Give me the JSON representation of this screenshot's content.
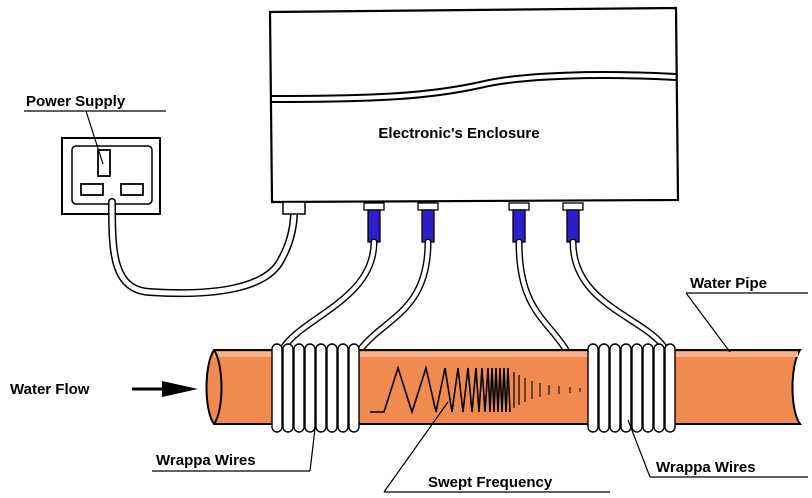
{
  "labels": {
    "power_supply": "Power Supply",
    "enclosure": "Electronic's Enclosure",
    "water_pipe": "Water Pipe",
    "water_flow": "Water Flow",
    "wrappa_left": "Wrappa Wires",
    "swept_frequency": "Swept Frequency",
    "wrappa_right": "Wrappa Wires"
  },
  "colors": {
    "pipe_fill": "#F08A50",
    "pipe_highlight": "#F7B58C",
    "connector": "#2E1FC8",
    "outline": "#000000"
  },
  "icons": {
    "socket": "uk-power-socket-icon",
    "arrow": "water-flow-arrow-icon"
  }
}
